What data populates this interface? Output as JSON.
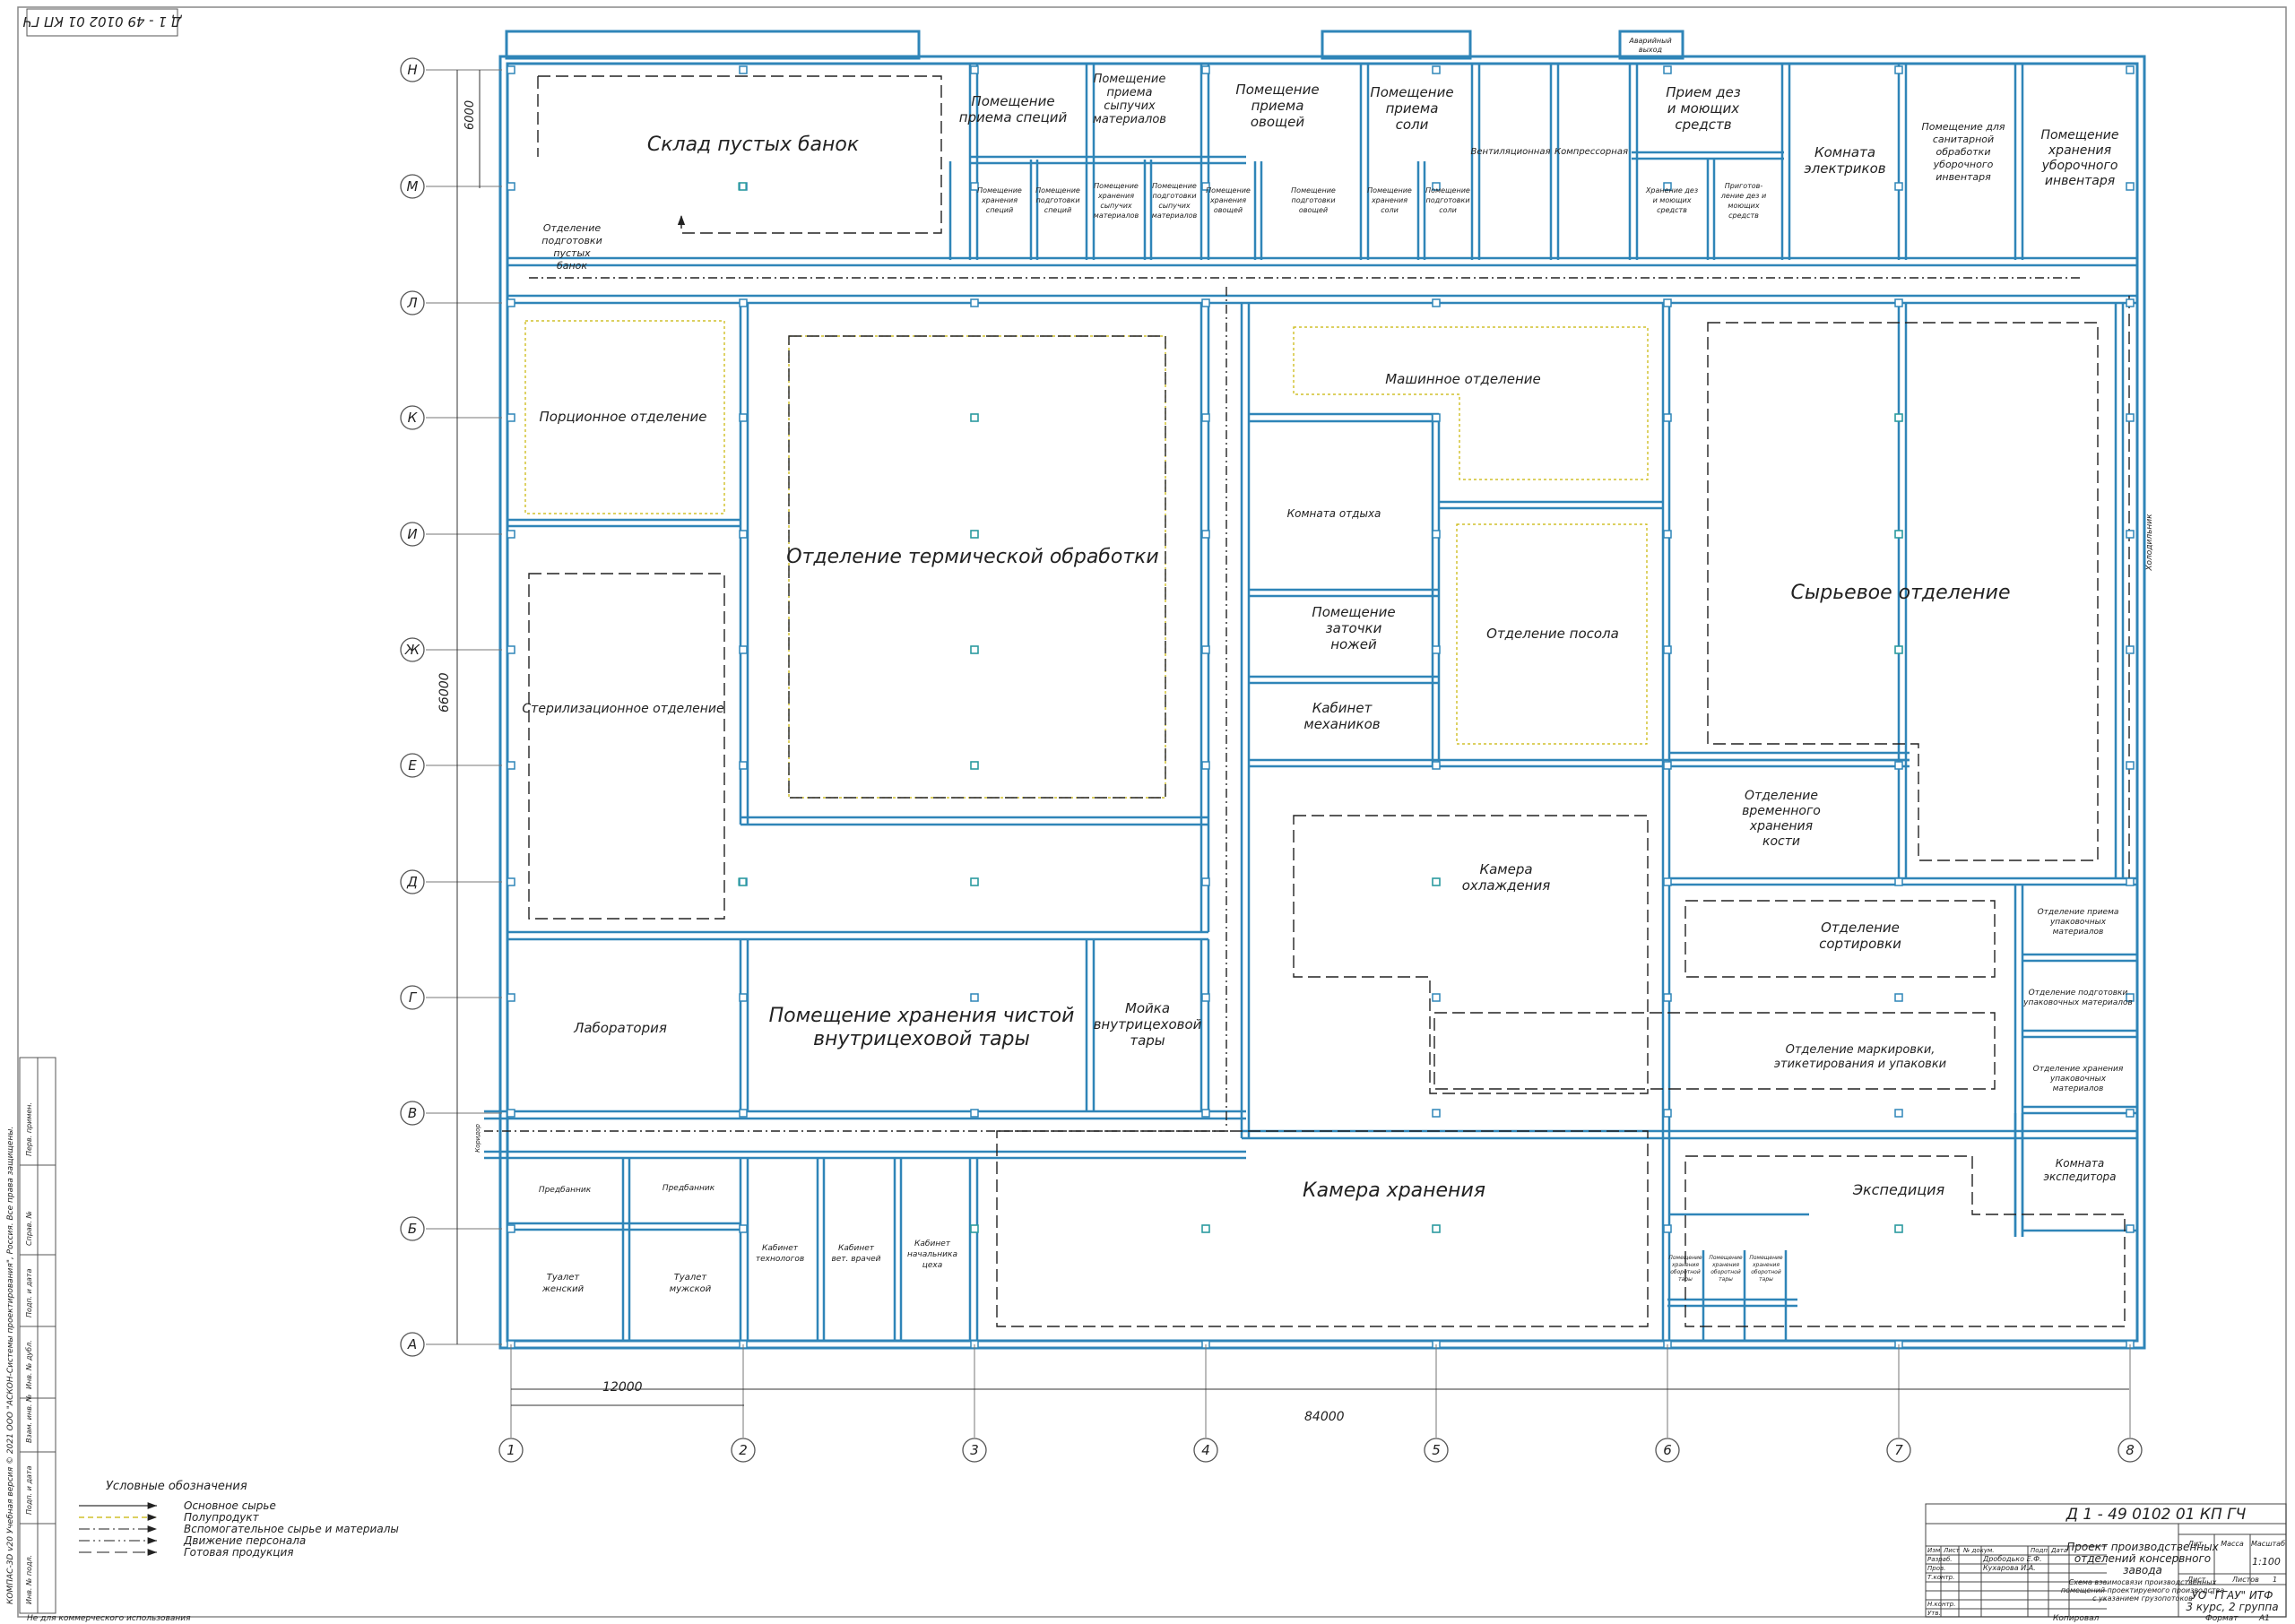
{
  "stamp_top": "Д 1 - 49 0102 01 КП ГЧ",
  "axes": {
    "rows": [
      "Н",
      "М",
      "Л",
      "К",
      "И",
      "Ж",
      "Е",
      "Д",
      "Г",
      "В",
      "Б",
      "А"
    ],
    "cols": [
      "1",
      "2",
      "3",
      "4",
      "5",
      "6",
      "7",
      "8"
    ]
  },
  "dimensions": {
    "row_top": "6000",
    "total_height": "66000",
    "bay": "12000",
    "total_width": "84000"
  },
  "rooms": {
    "sklad": "Склад пустых банок",
    "otd_podg_bank": [
      "Отделение",
      "подготовки",
      "пустых",
      "банок"
    ],
    "priem_speciy": [
      "Помещение",
      "приема специй"
    ],
    "priem_sypuch": [
      "Помещение",
      "приема",
      "сыпучих",
      "материалов"
    ],
    "priem_ovoshey": [
      "Помещение",
      "приема",
      "овощей"
    ],
    "priem_soli": [
      "Помещение",
      "приема",
      "соли"
    ],
    "ventil": "Вентиляционная",
    "kompres": "Компрессорная",
    "priem_dez": [
      "Прием дез",
      "и моющих",
      "средств"
    ],
    "elektrik": [
      "Комната",
      "электриков"
    ],
    "sanit": [
      "Помещение для",
      "санитарной",
      "обработки",
      "уборочного",
      "инвентаря"
    ],
    "hran_inv": [
      "Помещение",
      "хранения",
      "уборочного",
      "инвентаря"
    ],
    "avar_vyhod": [
      "Аварийный",
      "выход"
    ],
    "hran_speciy": [
      "Помещение",
      "хранения",
      "специй"
    ],
    "podg_speciy": [
      "Помещение",
      "подготовки",
      "специй"
    ],
    "hran_sypuch": [
      "Помещение",
      "хранения",
      "сыпучих",
      "материалов"
    ],
    "podg_sypuch": [
      "Помещение",
      "подготовки",
      "сыпучих",
      "материалов"
    ],
    "hran_ovoshey": [
      "Помещение",
      "хранения",
      "овощей"
    ],
    "podg_ovoshey": [
      "Помещение",
      "подготовки",
      "овощей"
    ],
    "hran_soli": [
      "Помещение",
      "хранения",
      "соли"
    ],
    "podg_soli": [
      "Помещение",
      "подготовки",
      "соли"
    ],
    "hran_dez": [
      "Хранение дез",
      "и моющих",
      "средств"
    ],
    "prigot_dez": [
      "Приготов-",
      "ление дез и",
      "моющих",
      "средств"
    ],
    "porcion": "Порционное отделение",
    "termich": "Отделение термической обработки",
    "mashin": "Машинное отделение",
    "otdyh": "Комната отдыха",
    "zatochka": [
      "Помещение",
      "заточки",
      "ножей"
    ],
    "mehanik": [
      "Кабинет",
      "механиков"
    ],
    "posol": "Отделение посола",
    "syrie": "Сырьевое отделение",
    "steril": "Стерилизационное отделение",
    "vremen": [
      "Отделение",
      "временного",
      "хранения",
      "кости"
    ],
    "ohlazhd": [
      "Камера",
      "охлаждения"
    ],
    "sortir": [
      "Отделение",
      "сортировки"
    ],
    "priem_upak": [
      "Отделение приема",
      "упаковочных",
      "материалов"
    ],
    "podg_upak": [
      "Отделение подготовки",
      "упаковочных материалов"
    ],
    "hran_upak": [
      "Отделение хранения",
      "упаковочных",
      "материалов"
    ],
    "markir": [
      "Отделение маркировки,",
      "этикетирования и упаковки"
    ],
    "labor": "Лаборатория",
    "chist_tara": [
      "Помещение хранения чистой",
      "внутрицеховой тары"
    ],
    "moyka": [
      "Мойка",
      "внутрицеховой",
      "тары"
    ],
    "kamera_hran": "Камера хранения",
    "ekspedic": "Экспедиция",
    "ekspeditor": [
      "Комната",
      "экспедитора"
    ],
    "predbannik": "Предбанник",
    "tualet_zh": [
      "Туалет",
      "женский"
    ],
    "tualet_m": [
      "Туалет",
      "мужской"
    ],
    "kab_tehnolog": [
      "Кабинет",
      "технологов"
    ],
    "kab_vrach": [
      "Кабинет",
      "вет. врачей"
    ],
    "kab_nach": [
      "Кабинет",
      "начальника",
      "цеха"
    ],
    "hran_tary": [
      "Помещение",
      "хранения",
      "оборотной",
      "тары"
    ],
    "koridor": "Коридор",
    "holodilnik": "Холодильник"
  },
  "legend": {
    "title": "Условные обозначения",
    "items": [
      "Основное сырье",
      "Полупродукт",
      "Вспомогательное сырье и материалы",
      "Движение персонала",
      "Готовая продукция"
    ],
    "colors": [
      "#333333",
      "#c8b400",
      "#4a4a4a",
      "#4a4a4a",
      "#4a4a4a"
    ]
  },
  "title_block": {
    "code": "Д 1 - 49 0102 01 КП ГЧ",
    "project": [
      "Проект производственных",
      "отделений консервного",
      "завода"
    ],
    "subject": [
      "Схема взаимосвязи производственных",
      "помещений проектируемого производства",
      "с указанием грузопотоков"
    ],
    "org": [
      "УО \"ГГАУ\" ИТФ",
      "3 курс, 2 группа"
    ],
    "scale": "1:100",
    "sheet_labels": [
      "Лит.",
      "Масса",
      "Масштаб"
    ],
    "sheet": "Лист",
    "sheets": "Листов",
    "sheets_count": "1",
    "roles": [
      "Изм.",
      "Лист",
      "№ докум.",
      "Подп.",
      "Дата",
      "Разраб.",
      "Пров.",
      "Т.контр.",
      "Н.контр.",
      "Утв."
    ],
    "developer": "Дрободько Е.Ф.",
    "checker": "Кухарова И.А.",
    "copied": "Копировал",
    "format": "Формат",
    "format_val": "А1"
  },
  "side_stamp": [
    "Перв. примен.",
    "Справ. №",
    "Подп. и дата",
    "Инв. № дубл.",
    "Взам. инв. №",
    "Подп. и дата",
    "Инв. № подл."
  ],
  "bottom_note": "Не для коммерческого использования",
  "side_note": "КОМПАС-3D v20 Учебная версия © 2021 ООО \"АСКОН-Системы проектирования\", Россия. Все права защищены.",
  "colors": {
    "wall": "#2f85b8",
    "line": "#333333",
    "yellow": "#c8b400"
  }
}
